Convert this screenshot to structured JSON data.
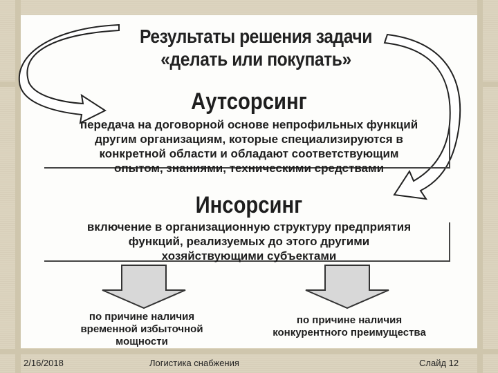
{
  "slide": {
    "title_line1": "Результаты решения задачи",
    "title_line2": "«делать или покупать»",
    "outsourcing": {
      "heading": "Аутсорсинг",
      "line1": "передача на договорной основе непрофильных функций",
      "line2": "другим организациям, которые специализируются в",
      "line3": "конкретной области и обладают соответствующим",
      "line4": "опытом, знаниями, техническими средствами"
    },
    "insourcing": {
      "heading": "Инсорсинг",
      "line1": "включение в организационную структуру предприятия",
      "line2": "функций, реализуемых до этого другими",
      "line3": "хозяйствующими субъектами"
    },
    "reason_left": {
      "line1": "по причине наличия",
      "line2": "временной избыточной",
      "line3": "мощности"
    },
    "reason_right": {
      "line1": "по причине наличия",
      "line2": "конкурентного преимущества"
    }
  },
  "footer": {
    "date": "2/16/2018",
    "course": "Логистика снабжения",
    "slide_number": "Слайд 12"
  },
  "colors": {
    "background": "#dcd4bf",
    "panel": "#fdfdfb",
    "text": "#1e1e1e"
  }
}
